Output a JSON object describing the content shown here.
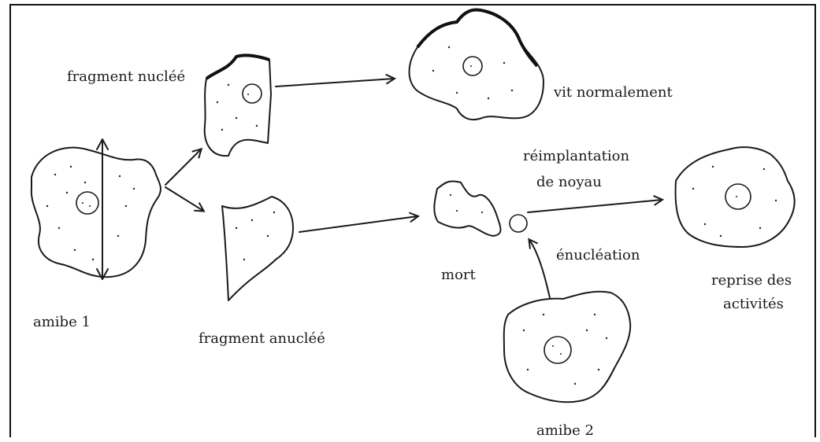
{
  "labels": {
    "fragment_nuclee": "fragment nucléé",
    "vit_normalement": "vit normalement",
    "reimplantation_1": "réimplantation",
    "reimplantation_2": "de noyau",
    "amibe_1": "amibe 1",
    "fragment_anuclee": "fragment anucléé",
    "mort": "mort",
    "enucleation": "énucléation",
    "reprise_1": "reprise des",
    "reprise_2": "activités",
    "amibe_2": "amibe 2"
  },
  "colors": {
    "ink": "#1a1a1a",
    "background": "#ffffff"
  }
}
